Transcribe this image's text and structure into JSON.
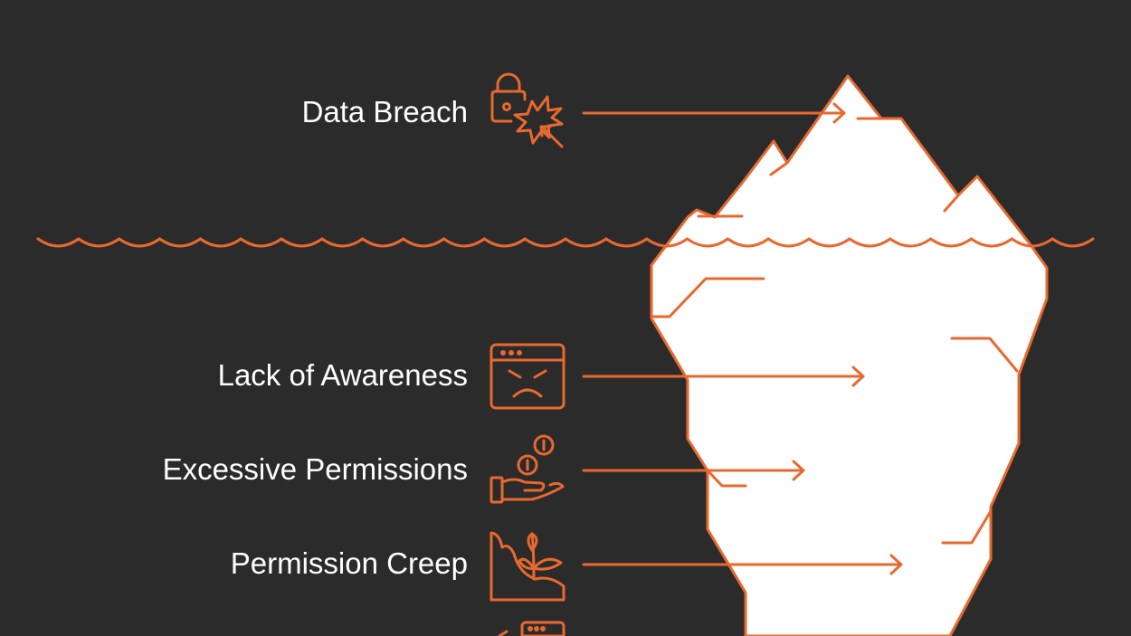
{
  "diagram": {
    "colors": {
      "background": "#2b2b2b",
      "accent": "#e8692f",
      "ice": "#ffffff",
      "text": "#ffffff"
    },
    "above_water": [
      {
        "label": "Data Breach",
        "icon": "lock-breach-icon"
      }
    ],
    "below_water": [
      {
        "label": "Lack of Awareness",
        "icon": "angry-browser-icon"
      },
      {
        "label": "Excessive Permissions",
        "icon": "hand-coins-icon"
      },
      {
        "label": "Permission Creep",
        "icon": "plant-growth-icon"
      }
    ]
  }
}
